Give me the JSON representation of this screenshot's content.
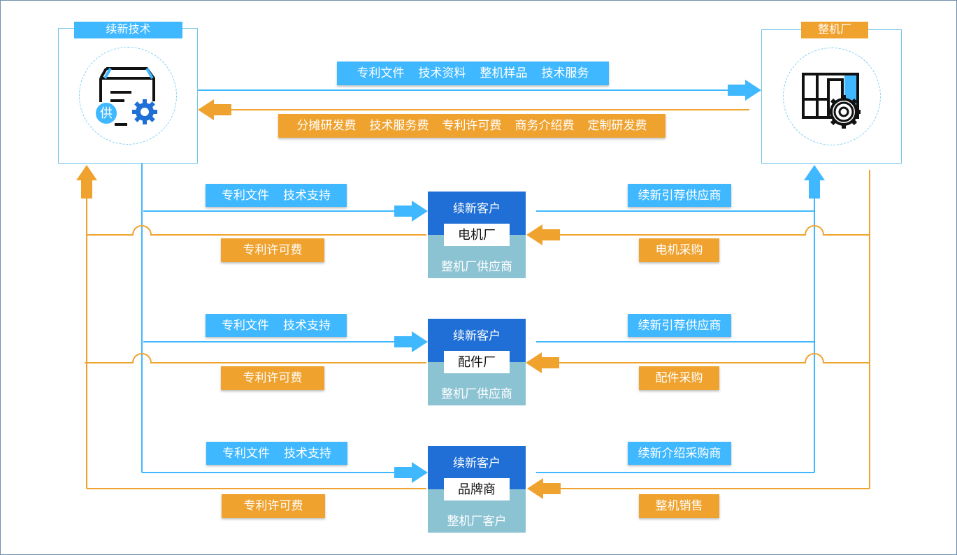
{
  "colors": {
    "blue": "#3fb8ff",
    "orange": "#f0a22e",
    "dark_blue": "#1f6fd6",
    "teal": "#8cc3d3"
  },
  "supplier": {
    "title": "续新技术",
    "icon": "supplier-box-gear-icon",
    "badge": "供"
  },
  "oem": {
    "title": "整机厂",
    "icon": "factory-gear-icon"
  },
  "top_flow": {
    "to_oem": [
      "专利文件",
      "技术资料",
      "整机样品",
      "技术服务"
    ],
    "to_supplier": [
      "分摊研发费",
      "技术服务费",
      "专利许可费",
      "商务介绍费",
      "定制研发费"
    ]
  },
  "rows": [
    {
      "left_blue": [
        "专利文件",
        "技术支持"
      ],
      "left_orange": "专利许可费",
      "customer": {
        "head": "续新客户",
        "name": "电机厂",
        "role": "整机厂供应商"
      },
      "right_blue": "续新引荐供应商",
      "right_orange": "电机采购"
    },
    {
      "left_blue": [
        "专利文件",
        "技术支持"
      ],
      "left_orange": "专利许可费",
      "customer": {
        "head": "续新客户",
        "name": "配件厂",
        "role": "整机厂供应商"
      },
      "right_blue": "续新引荐供应商",
      "right_orange": "配件采购"
    },
    {
      "left_blue": [
        "专利文件",
        "技术支持"
      ],
      "left_orange": "专利许可费",
      "customer": {
        "head": "续新客户",
        "name": "品牌商",
        "role": "整机厂客户"
      },
      "right_blue": "续新介绍采购商",
      "right_orange": "整机销售"
    }
  ]
}
